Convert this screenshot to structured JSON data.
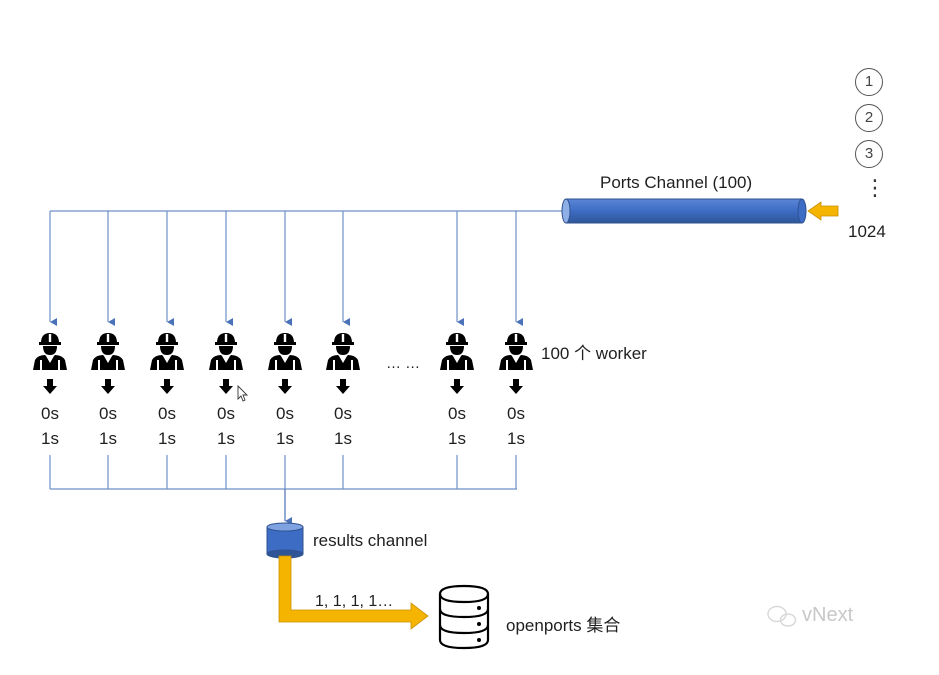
{
  "ports_channel_label": "Ports Channel (100)",
  "port_numbers": [
    "1",
    "2",
    "3"
  ],
  "port_ellipsis": "⋮",
  "port_last": "1024",
  "worker_label": "100 个 worker",
  "worker_ellipsis": "… …",
  "workers": [
    {
      "a": "0s",
      "b": "1s"
    },
    {
      "a": "0s",
      "b": "1s"
    },
    {
      "a": "0s",
      "b": "1s"
    },
    {
      "a": "0s",
      "b": "1s"
    },
    {
      "a": "0s",
      "b": "1s"
    },
    {
      "a": "0s",
      "b": "1s"
    },
    {
      "a": "0s",
      "b": "1s"
    },
    {
      "a": "0s",
      "b": "1s"
    }
  ],
  "results_label": "results channel",
  "results_values": "1, 1, 1, 1…",
  "openports_label": "openports 集合",
  "watermark": "vNext",
  "colors": {
    "channel_blue": "#4472c4",
    "line_blue": "#5b7fb6",
    "arrow_yellow": "#f5b400"
  },
  "icons": [
    "pipe-icon",
    "worker-icon",
    "down-arrow-icon",
    "cylinder-icon",
    "database-icon",
    "wechat-icon"
  ]
}
